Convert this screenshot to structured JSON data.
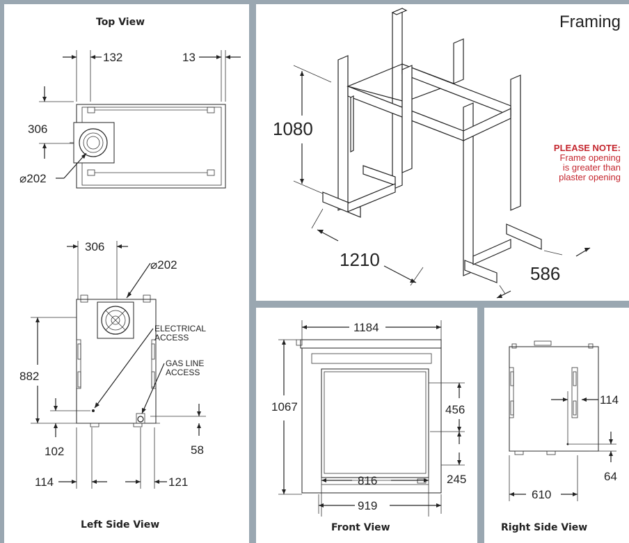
{
  "top_view": {
    "title": "Top View",
    "dims": {
      "offset": "132",
      "flange": "13",
      "depth": "306",
      "diameter": "⌀202"
    }
  },
  "left_side_view": {
    "title": "Left Side View",
    "dims": {
      "width": "306",
      "diameter": "⌀202",
      "height": "882",
      "base": "102",
      "gas_base": "58",
      "left": "114",
      "right": "121"
    },
    "callouts": {
      "electrical": [
        "ELECTRICAL",
        "ACCESS"
      ],
      "gas": [
        "GAS LINE",
        "ACCESS"
      ]
    }
  },
  "framing": {
    "title": "Framing",
    "dims": {
      "height": "1080",
      "width": "1210",
      "depth": "586"
    },
    "note": {
      "heading": "PLEASE NOTE:",
      "lines": [
        "Frame opening",
        "is greater than",
        "plaster opening"
      ]
    }
  },
  "front_view": {
    "title": "Front View",
    "dims": {
      "top_width": "1184",
      "height": "1067",
      "glass_height": "456",
      "bottom": "245",
      "opening": "816",
      "overall": "919"
    }
  },
  "right_side_view": {
    "title": "Right Side View",
    "dims": {
      "offset": "114",
      "bottom": "64",
      "width": "610"
    }
  },
  "colors": {
    "background": "#9aa7b1",
    "note": "#c4262e"
  }
}
